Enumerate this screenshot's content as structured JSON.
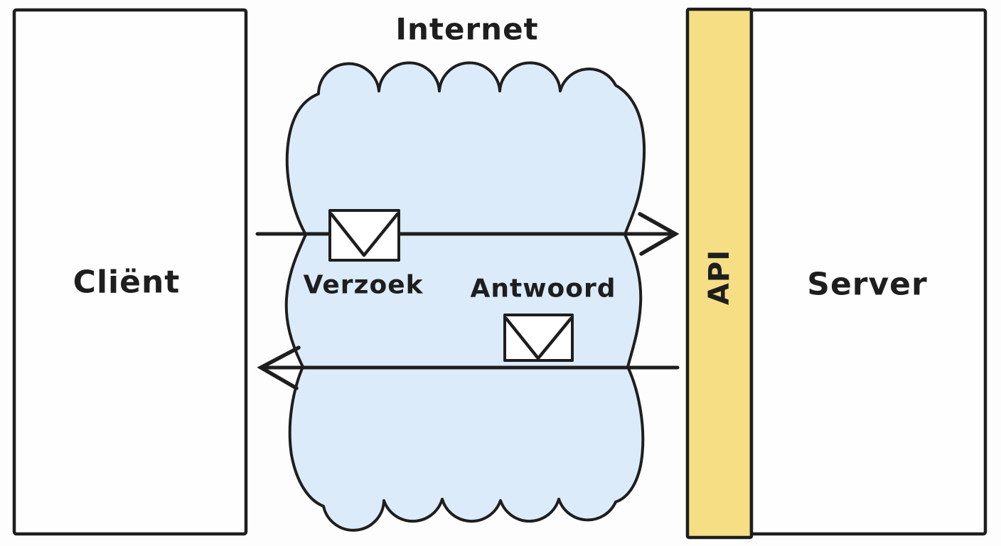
{
  "diagram": {
    "title": "Internet",
    "client": {
      "label": "Cliënt"
    },
    "server": {
      "label": "Server"
    },
    "api": {
      "label": "API"
    },
    "request": {
      "label": "Verzoek"
    },
    "response": {
      "label": "Antwoord"
    }
  },
  "colors": {
    "ink": "#1e1e1e",
    "background": "#fdfdfd",
    "cloud_fill": "#dcebf9",
    "api_fill": "#f6de85",
    "box_fill": "#fefefe",
    "envelope_fill": "#ffffff"
  },
  "icons": {
    "request_envelope": "envelope-icon",
    "response_envelope": "envelope-icon"
  }
}
